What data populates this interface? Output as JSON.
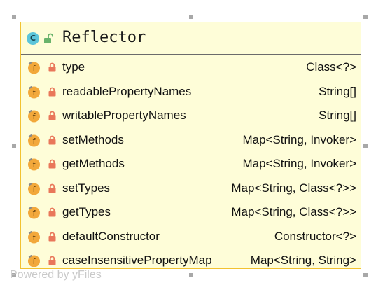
{
  "diagram": {
    "class": {
      "icon_letter": "C",
      "name": "Reflector"
    },
    "fields": [
      {
        "name": "type",
        "type": "Class<?>",
        "icon": "field-icon",
        "visibility": "private"
      },
      {
        "name": "readablePropertyNames",
        "type": "String[]",
        "icon": "field-icon",
        "visibility": "private"
      },
      {
        "name": "writablePropertyNames",
        "type": "String[]",
        "icon": "field-icon",
        "visibility": "private"
      },
      {
        "name": "setMethods",
        "type": "Map<String, Invoker>",
        "icon": "field-icon",
        "visibility": "private"
      },
      {
        "name": "getMethods",
        "type": "Map<String, Invoker>",
        "icon": "field-icon",
        "visibility": "private"
      },
      {
        "name": "setTypes",
        "type": "Map<String, Class<?>>",
        "icon": "field-icon",
        "visibility": "private"
      },
      {
        "name": "getTypes",
        "type": "Map<String, Class<?>>",
        "icon": "field-icon",
        "visibility": "private"
      },
      {
        "name": "defaultConstructor",
        "type": "Constructor<?>",
        "icon": "field-icon",
        "visibility": "private"
      },
      {
        "name": "caseInsensitivePropertyMap",
        "type": "Map<String, String>",
        "icon": "field-icon",
        "visibility": "private"
      }
    ]
  },
  "watermark": "Powered by yFiles",
  "colors": {
    "box_fill": "#fefdd8",
    "box_border": "#f2c230",
    "field_icon": "#f2a83b",
    "lock": "#e9775a",
    "class_icon": "#5cc5da",
    "unlock": "#69b36b"
  }
}
